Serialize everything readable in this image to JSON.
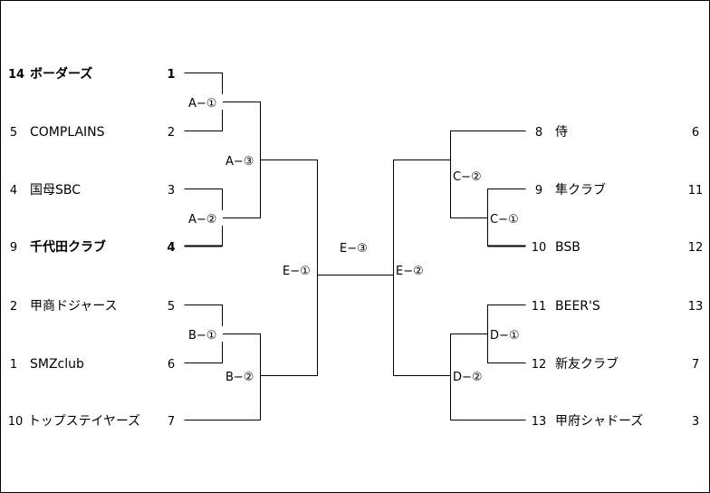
{
  "left_teams": [
    {
      "seed": "14",
      "name": "ボーダーズ",
      "slot": "1"
    },
    {
      "seed": "5",
      "name": "COMPLAINS",
      "slot": "2"
    },
    {
      "seed": "4",
      "name": "国母SBC",
      "slot": "3"
    },
    {
      "seed": "9",
      "name": "千代田クラブ",
      "slot": "4"
    },
    {
      "seed": "2",
      "name": "甲商ドジャース",
      "slot": "5"
    },
    {
      "seed": "1",
      "name": "SMZclub",
      "slot": "6"
    },
    {
      "seed": "10",
      "name": "トップステイヤーズ",
      "slot": "7"
    }
  ],
  "right_teams": [
    {
      "slot": "8",
      "name": "侍",
      "seed": "6"
    },
    {
      "slot": "9",
      "name": "隼クラブ",
      "seed": "11"
    },
    {
      "slot": "10",
      "name": "BSB",
      "seed": "12"
    },
    {
      "slot": "11",
      "name": "BEER'S",
      "seed": "13"
    },
    {
      "slot": "12",
      "name": "新友クラブ",
      "seed": "7"
    },
    {
      "slot": "13",
      "name": "甲府シャドーズ",
      "seed": "3"
    }
  ],
  "matches": {
    "a1": "A−①",
    "a2": "A−②",
    "a3": "A−③",
    "b1": "B−①",
    "b2": "B−②",
    "c1": "C−①",
    "c2": "C−②",
    "d1": "D−①",
    "d2": "D−②",
    "e1": "E−①",
    "e2": "E−②",
    "e3": "E−③"
  },
  "colors": {
    "line": "#000000",
    "background": "#ffffff"
  }
}
